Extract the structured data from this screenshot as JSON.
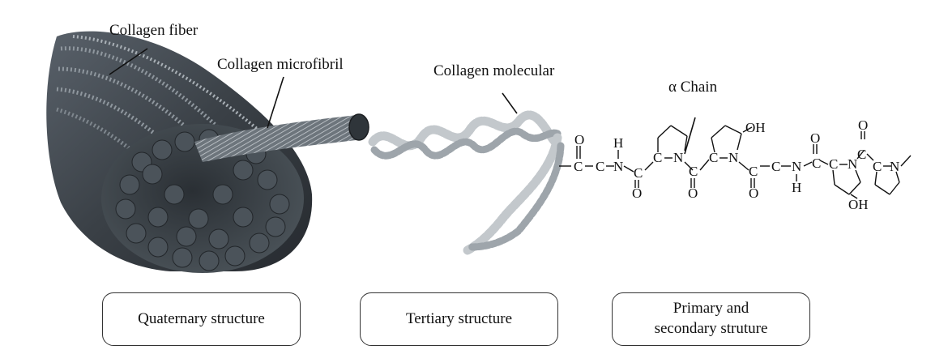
{
  "labels": {
    "collagen_fiber": "Collagen fiber",
    "collagen_microfibril": "Collagen microfibril",
    "collagen_molecular": "Collagen molecular",
    "alpha_chain": "α Chain"
  },
  "chemistry": {
    "atoms": [
      "O",
      "C",
      "C",
      "N",
      "H",
      "C",
      "O",
      "C",
      "N",
      "C",
      "O",
      "C",
      "N",
      "OH",
      "C",
      "O",
      "C",
      "N",
      "H",
      "C",
      "O",
      "C",
      "N",
      "OH",
      "C",
      "O",
      "C",
      "N"
    ]
  },
  "boxes": {
    "quaternary": "Quaternary structure",
    "tertiary": "Tertiary structure",
    "primary_line1": "Primary and",
    "primary_line2": "secondary struture"
  },
  "colors": {
    "fiber_dark": "#2e3338",
    "fiber_mid": "#5a6168",
    "fiber_light": "#a9b0b6",
    "helix": "#c9cdd1",
    "ink": "#111111"
  }
}
